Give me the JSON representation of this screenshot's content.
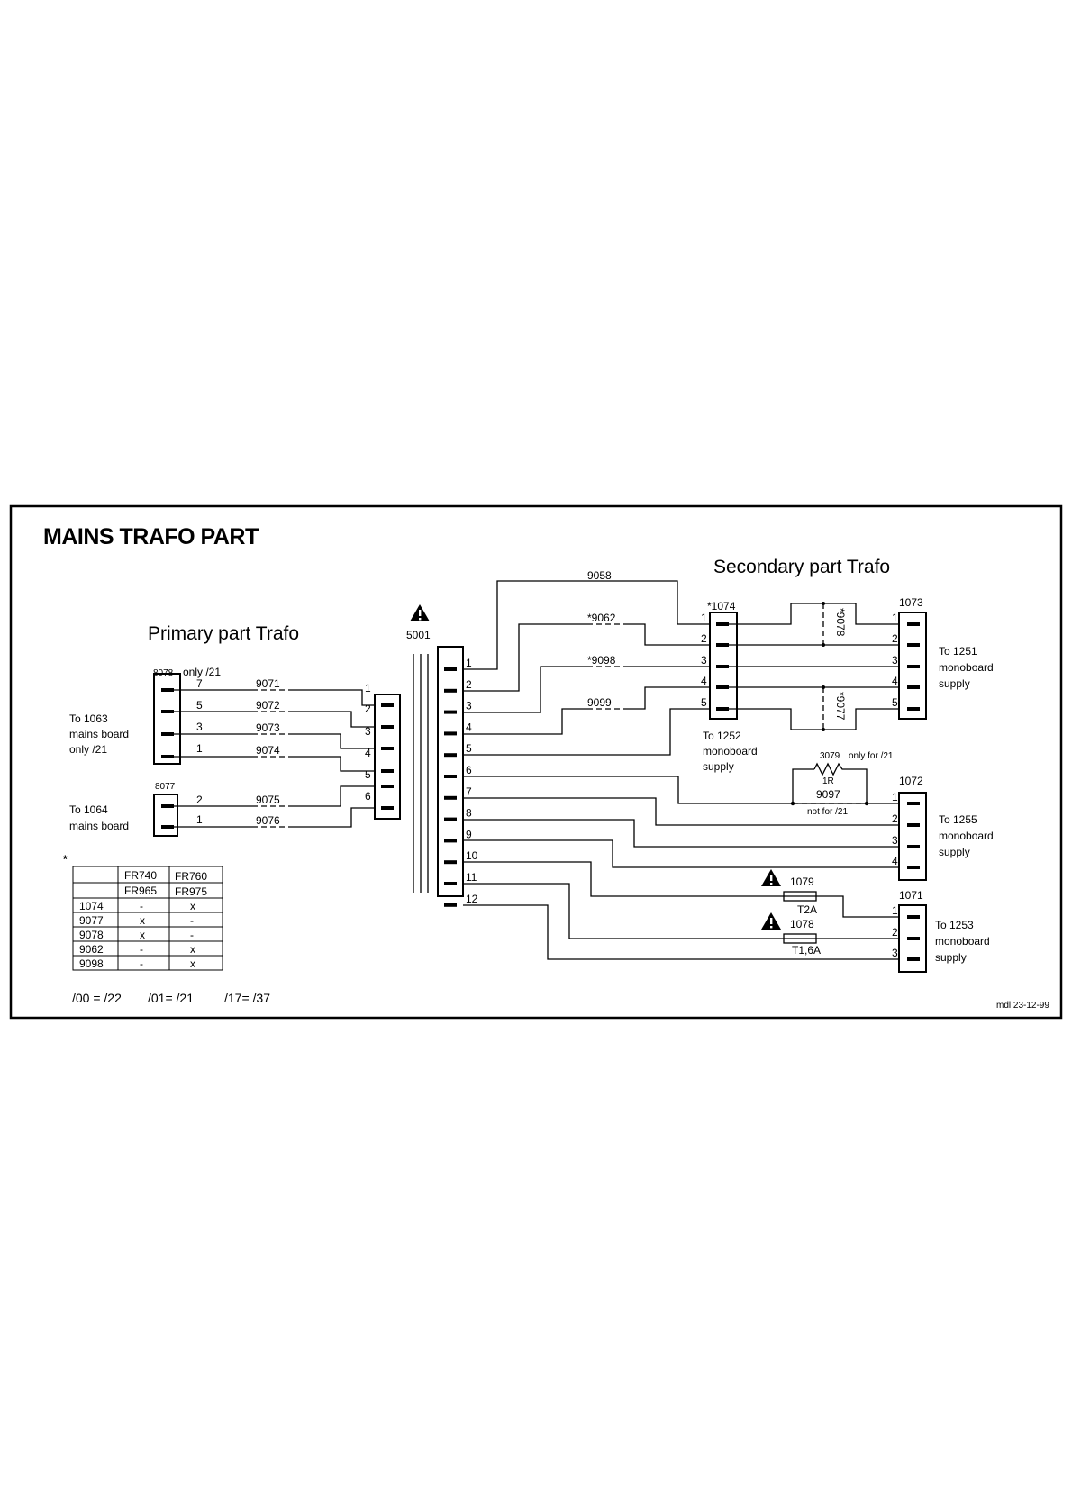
{
  "title": "MAINS TRAFO PART",
  "primary_heading": "Primary part Trafo",
  "secondary_heading": "Secondary part Trafo",
  "transformer": {
    "ref": "5001",
    "pins": [
      "1",
      "2",
      "3",
      "4",
      "5",
      "6",
      "7",
      "8",
      "9",
      "10",
      "11",
      "12"
    ]
  },
  "primary": {
    "connector_8078": {
      "ref": "8078",
      "note": "only /21",
      "pins": [
        "7",
        "5",
        "3",
        "1"
      ],
      "dest": [
        "To 1063",
        "mains board",
        "only /21"
      ]
    },
    "connector_8077": {
      "ref": "8077",
      "pins": [
        "2",
        "1"
      ],
      "dest": [
        "To 1064",
        "mains board"
      ]
    },
    "wires": [
      "9071",
      "9072",
      "9073",
      "9074",
      "9075",
      "9076"
    ],
    "winding_pins": [
      "1",
      "2",
      "3",
      "4",
      "5",
      "6"
    ]
  },
  "secondary": {
    "wires_top": [
      "9058",
      "*9062",
      "*9098",
      "9099"
    ],
    "connector_1074": {
      "ref": "*1074",
      "pins": [
        "1",
        "2",
        "3",
        "4",
        "5"
      ],
      "dest": [
        "To 1252",
        "monoboard",
        "supply"
      ]
    },
    "connector_1073": {
      "ref": "1073",
      "pins": [
        "1",
        "2",
        "3",
        "4",
        "5"
      ],
      "dest": [
        "To 1251",
        "monoboard",
        "supply"
      ]
    },
    "jumper_9078": "*9078",
    "jumper_9077": "*9077",
    "resistor": {
      "ref": "3079",
      "value": "1R",
      "note": "only for /21"
    },
    "jumper_9097": {
      "ref": "9097",
      "note": "not for /21"
    },
    "connector_1072": {
      "ref": "1072",
      "pins": [
        "1",
        "2",
        "3",
        "4"
      ],
      "dest": [
        "To 1255",
        "monoboard",
        "supply"
      ]
    },
    "fuse_1079": {
      "ref": "1079",
      "value": "T2A"
    },
    "fuse_1078": {
      "ref": "1078",
      "value": "T1,6A"
    },
    "connector_1071": {
      "ref": "1071",
      "pins": [
        "1",
        "2",
        "3"
      ],
      "dest": [
        "To 1253",
        "monoboard",
        "supply"
      ]
    }
  },
  "table": {
    "star": "*",
    "header1": [
      "",
      "FR740",
      "FR760"
    ],
    "header2": [
      "",
      "FR965",
      "FR975"
    ],
    "rows": [
      [
        "1074",
        "-",
        "x"
      ],
      [
        "9077",
        "x",
        "-"
      ],
      [
        "9078",
        "x",
        "-"
      ],
      [
        "9062",
        "-",
        "x"
      ],
      [
        "9098",
        "-",
        "x"
      ]
    ]
  },
  "versions": [
    "/00 = /22",
    "/01= /21",
    "/17= /37"
  ],
  "footer": "mdl 23-12-99"
}
